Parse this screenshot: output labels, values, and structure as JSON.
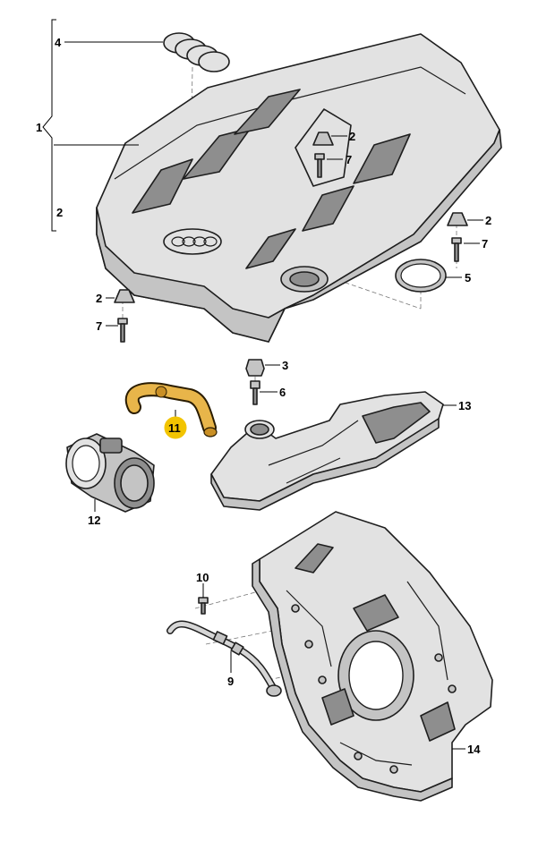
{
  "labels": {
    "l1": "1",
    "l2a": "2",
    "l2b": "2",
    "l2c": "2",
    "l2d": "2",
    "l3": "3",
    "l4": "4",
    "l5": "5",
    "l6": "6",
    "l7a": "7",
    "l7b": "7",
    "l7c": "7",
    "l9": "9",
    "l10": "10",
    "l11": "11",
    "l12": "12",
    "l13": "13",
    "l14": "14"
  },
  "colors": {
    "highlight_part": "#e8b54a",
    "highlight_badge": "#f2c400"
  }
}
